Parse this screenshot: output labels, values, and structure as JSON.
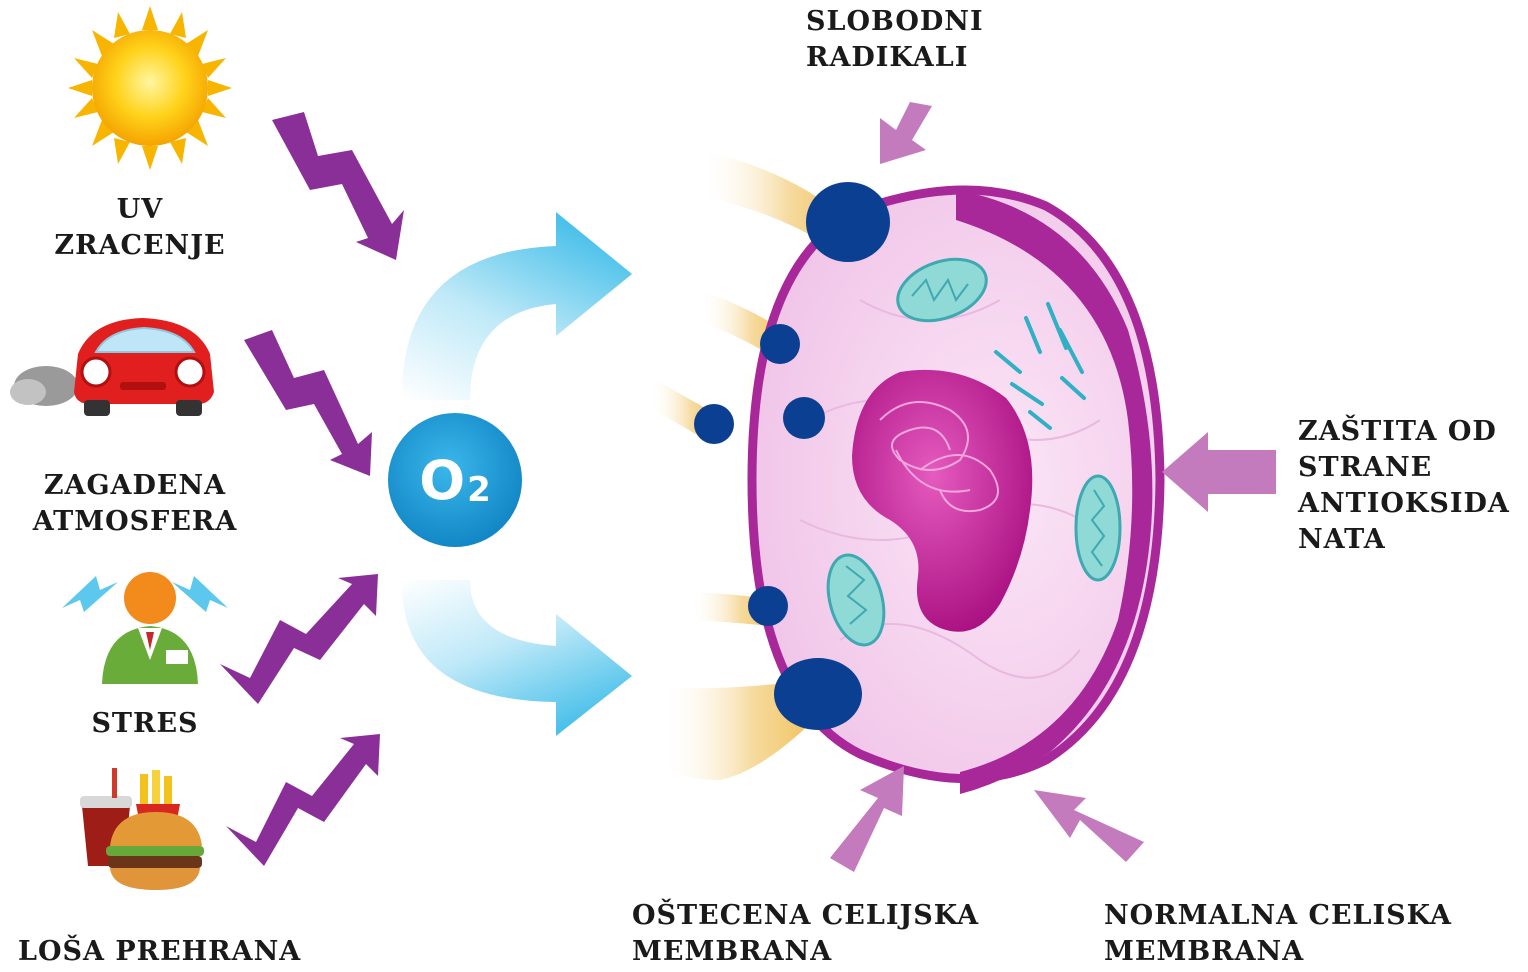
{
  "labels": {
    "uv": [
      "UV",
      "ZRACENJE"
    ],
    "pollution": [
      "ZAGADENA",
      "ATMOSFERA"
    ],
    "stress": [
      "STRES"
    ],
    "diet": [
      "LOŠA PREHRANA"
    ],
    "free_radicals": [
      "SLOBODNI",
      "RADIKALI"
    ],
    "antioxidant_protection": [
      "ZAŠTITA OD",
      "STRANE",
      "ANTIOKSIDA",
      "NATA"
    ],
    "damaged_membrane": [
      "OŠTECENA CELIJSKA",
      "MEMBRANA"
    ],
    "normal_membrane": [
      "NORMALNA CELISKA",
      "MEMBRANA"
    ]
  },
  "oxygen": {
    "symbol": "O",
    "subscript": "2"
  },
  "colors": {
    "bolt": "#8a2f97",
    "pointer_arrow": "#c47bbd",
    "o2_circle": "#1f9fd8",
    "flow_arrow": "#4cc1ea",
    "cell_membrane": "#a8289a",
    "cytoplasm": "#f6d8f0",
    "nucleus": "#c0168e",
    "mitochondria": "#8fd9d6",
    "free_radical": "#0b3f91",
    "radical_trail": "#f3c976"
  }
}
